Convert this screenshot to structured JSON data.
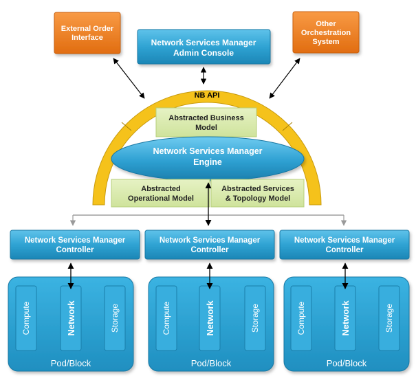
{
  "external_order": {
    "line1": "External Order",
    "line2": "Interface"
  },
  "admin_console": {
    "line1": "Network Services Manager",
    "line2": "Admin Console"
  },
  "other_orch": {
    "line1": "Other",
    "line2": "Orchestration",
    "line3": "System"
  },
  "nb_api": "NB API",
  "abstracted_business": {
    "line1": "Abstracted Business",
    "line2": "Model"
  },
  "engine": {
    "line1": "Network Services Manager",
    "line2": "Engine"
  },
  "abstracted_operational": {
    "line1": "Abstracted",
    "line2": "Operational Model"
  },
  "abstracted_services": {
    "line1": "Abstracted Services",
    "line2": "& Topology Model"
  },
  "controllers": [
    {
      "line1": "Network Services Manager",
      "line2": "Controller"
    },
    {
      "line1": "Network Services Manager",
      "line2": "Controller"
    },
    {
      "line1": "Network Services Manager",
      "line2": "Controller"
    }
  ],
  "pods": [
    {
      "compute": "Compute",
      "network": "Network",
      "storage": "Storage",
      "label": "Pod/Block"
    },
    {
      "compute": "Compute",
      "network": "Network",
      "storage": "Storage",
      "label": "Pod/Block"
    },
    {
      "compute": "Compute",
      "network": "Network",
      "storage": "Storage",
      "label": "Pod/Block"
    }
  ],
  "colors": {
    "orange": "#ec7a1c",
    "blue": "#2d9fce",
    "blue_dark": "#1a7fab",
    "arc_yellow": "#f5c21b",
    "green_box": "#d5e8a8",
    "arrow": "#000000",
    "arrow_gray": "#9a9a9a"
  }
}
